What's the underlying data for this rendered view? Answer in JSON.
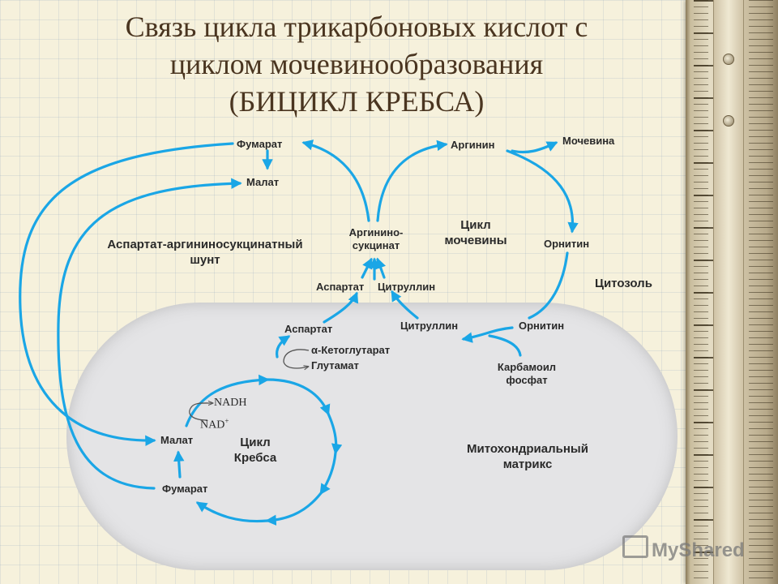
{
  "title": {
    "line1": "Связь цикла трикарбоновых кислот с",
    "line2": "циклом мочевинообразования",
    "line3": "(БИЦИКЛ КРЕБСА)"
  },
  "labels": {
    "fumarate_top": "Фумарат",
    "malate_top": "Малат",
    "arginine": "Аргинин",
    "urea": "Мочевина",
    "argininosuccinate_1": "Аргинино-",
    "argininosuccinate_2": "сукцинат",
    "urea_cycle_1": "Цикл",
    "urea_cycle_2": "мочевины",
    "ornithine_top": "Орнитин",
    "cytosol": "Цитозоль",
    "shunt_1": "Аспартат-аргининосукцинатный",
    "shunt_2": "шунт",
    "aspartate_cyt": "Аспартат",
    "citrulline_cyt": "Цитруллин",
    "aspartate_mito": "Аспартат",
    "alpha_ketoglutarate": "α-Кетоглутарат",
    "glutamate": "Глутамат",
    "citrulline_mito": "Цитруллин",
    "ornithine_mito": "Орнитин",
    "carbamoyl_1": "Карбамоил",
    "carbamoyl_2": "фосфат",
    "nadh": "NADH",
    "nad": "NAD",
    "nad_sup": "+",
    "malate_mito": "Малат",
    "fumarate_mito": "Фумарат",
    "krebs_1": "Цикл",
    "krebs_2": "Кребса",
    "matrix_1": "Митохондриальный",
    "matrix_2": "матрикс"
  },
  "watermark": "MyShared",
  "colors": {
    "arrow": "#1aa6e6",
    "title": "#4a3520",
    "mitochondrion": "#e4e4e6",
    "background": "#f6f1dc"
  }
}
